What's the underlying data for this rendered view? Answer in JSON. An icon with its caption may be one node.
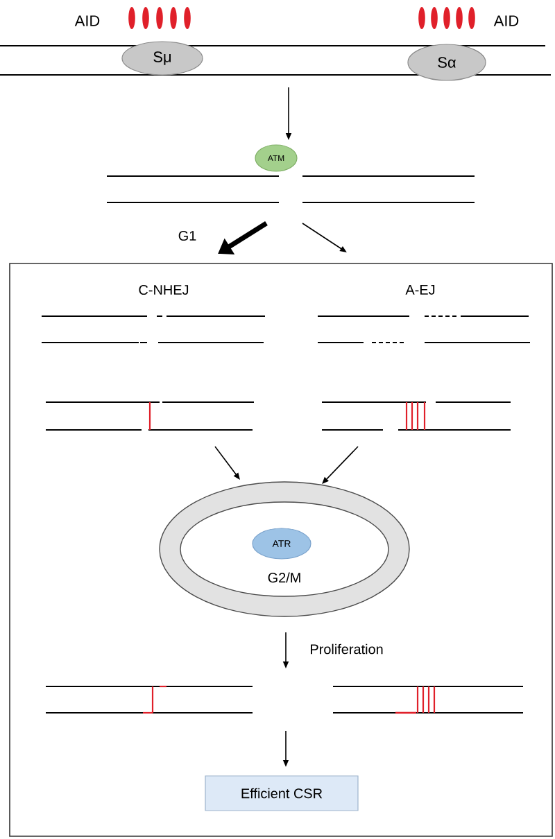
{
  "diagram": {
    "nodes": [
      {
        "text": [],
        "shape": "dna"
      },
      {
        "text": [
          "Sμ"
        ],
        "in": 0
      },
      {
        "text": [
          "Sα"
        ],
        "in": 0
      },
      {
        "text": [],
        "shape": "dna"
      },
      {
        "text": [
          "ATM"
        ]
      },
      {
        "text": [],
        "shape": "box"
      },
      {
        "text": [
          "C-NHEJ"
        ],
        "in": 5
      },
      {
        "text": [
          "A-EJ"
        ],
        "in": 5
      },
      {
        "text": [],
        "shape": "dna",
        "in": 5
      },
      {
        "text": [],
        "shape": "dna",
        "in": 5
      },
      {
        "text": [
          "G2/M"
        ],
        "in": 5
      },
      {
        "text": [
          "ATR"
        ],
        "in": 10
      },
      {
        "text": [
          "Efficient CSR"
        ],
        "in": 5
      }
    ],
    "edges": [
      {
        "from": 0,
        "to": 4,
        "arrow": "to"
      },
      {
        "from": 3,
        "to": 6,
        "arrow": "to",
        "label": "G1",
        "style": "thick"
      },
      {
        "from": 3,
        "to": 5,
        "arrow": "to"
      },
      {
        "from": 8,
        "to": 10,
        "arrow": "to"
      },
      {
        "from": 9,
        "to": 10,
        "arrow": "to"
      },
      {
        "from": 10,
        "to": null,
        "arrow": "to",
        "label": "Proliferation"
      },
      {
        "from": null,
        "to": 12,
        "arrow": "to"
      }
    ],
    "labels": [
      "AID",
      "AID"
    ]
  }
}
